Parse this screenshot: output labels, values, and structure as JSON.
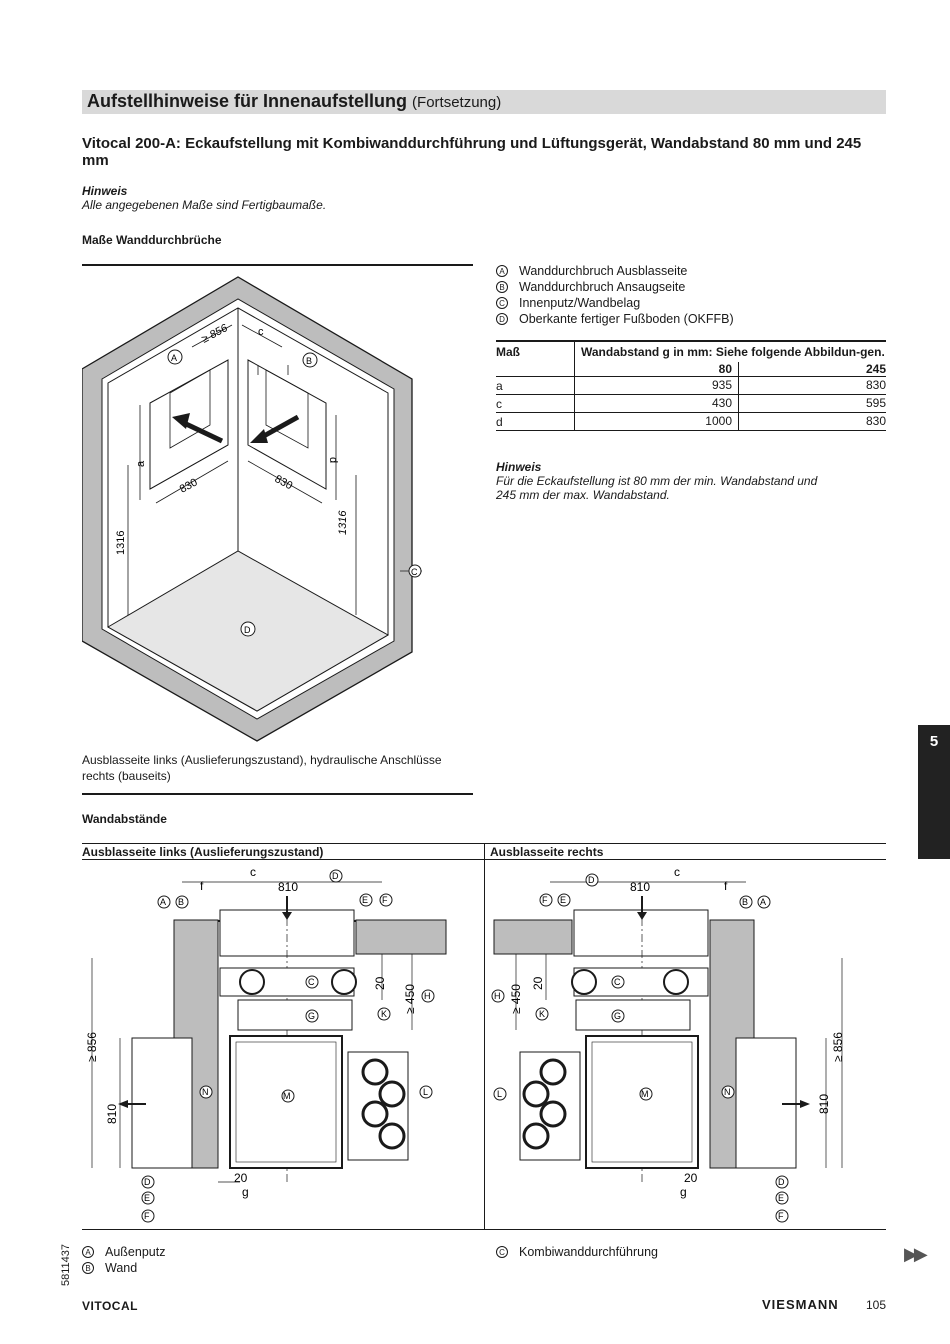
{
  "header": {
    "title": "Aufstellhinweise für Innenaufstellung",
    "subtitle": "(Fortsetzung)"
  },
  "section_title": "Vitocal 200-A: Eckaufstellung mit Kombiwanddurchführung und Lüftungsgerät, Wandabstand 80 mm und 245 mm",
  "note1": {
    "head": "Hinweis",
    "text": "Alle angegebenen Maße sind Fertigbaumaße."
  },
  "wall_openings_title": "Maße Wanddurchbrüche",
  "legend_top": [
    {
      "key": "A",
      "label": "Wanddurchbruch Ausblasseite"
    },
    {
      "key": "B",
      "label": "Wanddurchbruch Ansaugseite"
    },
    {
      "key": "C",
      "label": "Innenputz/Wandbelag"
    },
    {
      "key": "D",
      "label": "Oberkante fertiger Fußboden (OKFFB)"
    }
  ],
  "table": {
    "col1": "Maß",
    "col2": "Wandabstand g in mm: Siehe folgende Abbildun-gen.",
    "sub1": "80",
    "sub2": "245",
    "rows": [
      {
        "k": "a",
        "v80": "935",
        "v245": "830"
      },
      {
        "k": "c",
        "v80": "430",
        "v245": "595"
      },
      {
        "k": "d",
        "v80": "1000",
        "v245": "830"
      }
    ]
  },
  "note2": {
    "head": "Hinweis",
    "text1": "Für die Eckaufstellung ist 80 mm der min. Wandabstand und",
    "text2": "245 mm der max. Wandabstand."
  },
  "iso": {
    "dims": {
      "d856": "≥ 856",
      "c": "c",
      "a": "a",
      "d": "d",
      "w830a": "830",
      "w830b": "830",
      "h1316a": "1316",
      "h1316b": "1316"
    },
    "labels": {
      "A": "A",
      "B": "B",
      "C": "C",
      "D": "D"
    }
  },
  "caption1": "Ausblasseite links (Auslieferungszustand), hydraulische Anschlüsse rechts (bauseits)",
  "wall_distances_title": "Wandabstände",
  "plan_left_title": "Ausblasseite links (Auslieferungszustand)",
  "plan_right_title": "Ausblasseite rechts",
  "plan": {
    "c": "c",
    "f": "f",
    "w810": "810",
    "g": "g",
    "d20": "20",
    "d450": "≥ 450",
    "d856": "≥ 856",
    "h810": "810",
    "tags": [
      "A",
      "B",
      "C",
      "D",
      "E",
      "F",
      "G",
      "H",
      "K",
      "L",
      "M",
      "N"
    ]
  },
  "legend_bottom": [
    {
      "key": "A",
      "label": "Außenputz"
    },
    {
      "key": "B",
      "label": "Wand"
    },
    {
      "key": "C",
      "label": "Kombiwanddurchführung"
    }
  ],
  "chapter_tab": "5",
  "doc_number": "5811437",
  "footer": {
    "brand_left": "VITOCAL",
    "brand_right": "VIESMANN",
    "page": "105"
  }
}
